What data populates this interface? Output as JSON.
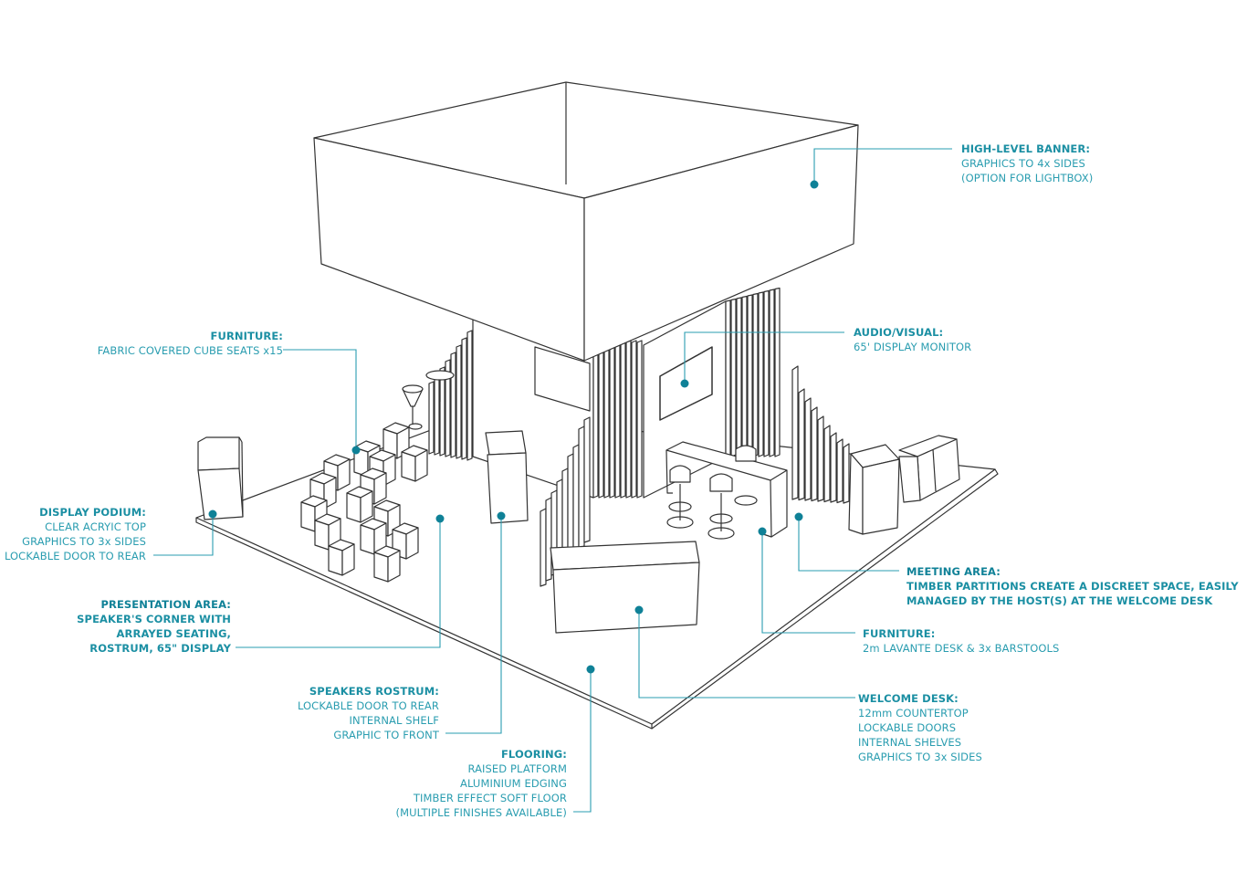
{
  "accent_color": "#1b8fa3",
  "line_color": "#333333",
  "annotations": {
    "high_level_banner": {
      "title": "HIGH-LEVEL BANNER:",
      "lines": [
        "GRAPHICS TO 4x SIDES",
        "(OPTION FOR LIGHTBOX)"
      ]
    },
    "furniture_cubes": {
      "title": "FURNITURE:",
      "lines": [
        "FABRIC COVERED CUBE SEATS x15"
      ]
    },
    "audio_visual": {
      "title": "AUDIO/VISUAL:",
      "lines": [
        "65' DISPLAY MONITOR"
      ]
    },
    "display_podium": {
      "title": "DISPLAY PODIUM:",
      "lines": [
        "CLEAR ACRYIC TOP",
        "GRAPHICS TO 3x SIDES",
        "LOCKABLE DOOR TO REAR"
      ]
    },
    "presentation_area": {
      "title": "PRESENTATION AREA:",
      "lines": [
        "SPEAKER'S CORNER WITH",
        "ARRAYED SEATING,",
        "ROSTRUM, 65\" DISPLAY"
      ]
    },
    "meeting_area": {
      "title": "MEETING AREA:",
      "lines": [
        "TIMBER PARTITIONS CREATE A DISCREET SPACE, EASILY",
        "MANAGED BY THE HOST(S) AT THE WELCOME DESK"
      ]
    },
    "furniture_desk": {
      "title": "FURNITURE:",
      "lines": [
        "2m LAVANTE DESK & 3x BARSTOOLS"
      ]
    },
    "speakers_rostrum": {
      "title": "SPEAKERS ROSTRUM:",
      "lines": [
        "LOCKABLE DOOR TO REAR",
        "INTERNAL SHELF",
        "GRAPHIC TO FRONT"
      ]
    },
    "welcome_desk": {
      "title": "WELCOME DESK:",
      "lines": [
        "12mm COUNTERTOP",
        "LOCKABLE DOORS",
        "INTERNAL SHELVES",
        "GRAPHICS TO 3x SIDES"
      ]
    },
    "flooring": {
      "title": "FLOORING:",
      "lines": [
        "RAISED PLATFORM",
        "ALUMINIUM EDGING",
        "TIMBER EFFECT SOFT FLOOR",
        "(MULTIPLE FINISHES AVAILABLE)"
      ]
    }
  }
}
